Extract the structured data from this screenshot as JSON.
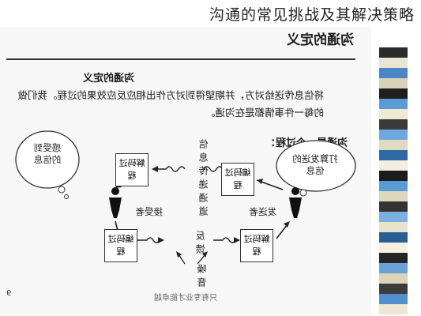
{
  "page_title": "沟通的常见挑战及其解决策略",
  "slide": {
    "heading": "沟通的定义",
    "sub_heading": "沟通的定义",
    "body": "将信息传送给对方，并期望得到对方作出相应反应效果的过程。我们做的每一件事情都是在沟通。",
    "process_label": "沟通是一个过程：",
    "encode_box": "编码过程",
    "decode_box": "解码过程",
    "channel_label": "信息传递通道",
    "feedback_label": "反馈",
    "noise_label": "噪音",
    "sender_role": "发送者",
    "receiver_role": "接受者",
    "sender_thought": "打算发送的信息",
    "receiver_thought": "感受到的信息",
    "footer_center": "只有专业才能卓越",
    "page_number": "9"
  },
  "stripe_colors": [
    "#2b2b2b",
    "#e8e4d6",
    "#4a86c5",
    "#d9d2b8",
    "#1f1f1f",
    "#5b9bd5",
    "#efe9d3",
    "#3a3a3a",
    "#6fa8dc",
    "#e1dac2",
    "#2d6aa3",
    "#f2eee0",
    "#1c1c1c",
    "#5b9bd5",
    "#ded6bd",
    "#333333",
    "#7bb0e0",
    "#eae3cc",
    "#2a5f94",
    "#f4f0e2",
    "#252525",
    "#6aa2d8",
    "#dcd3b8",
    "#3c3c3c",
    "#5190cc",
    "#ece6d2"
  ]
}
